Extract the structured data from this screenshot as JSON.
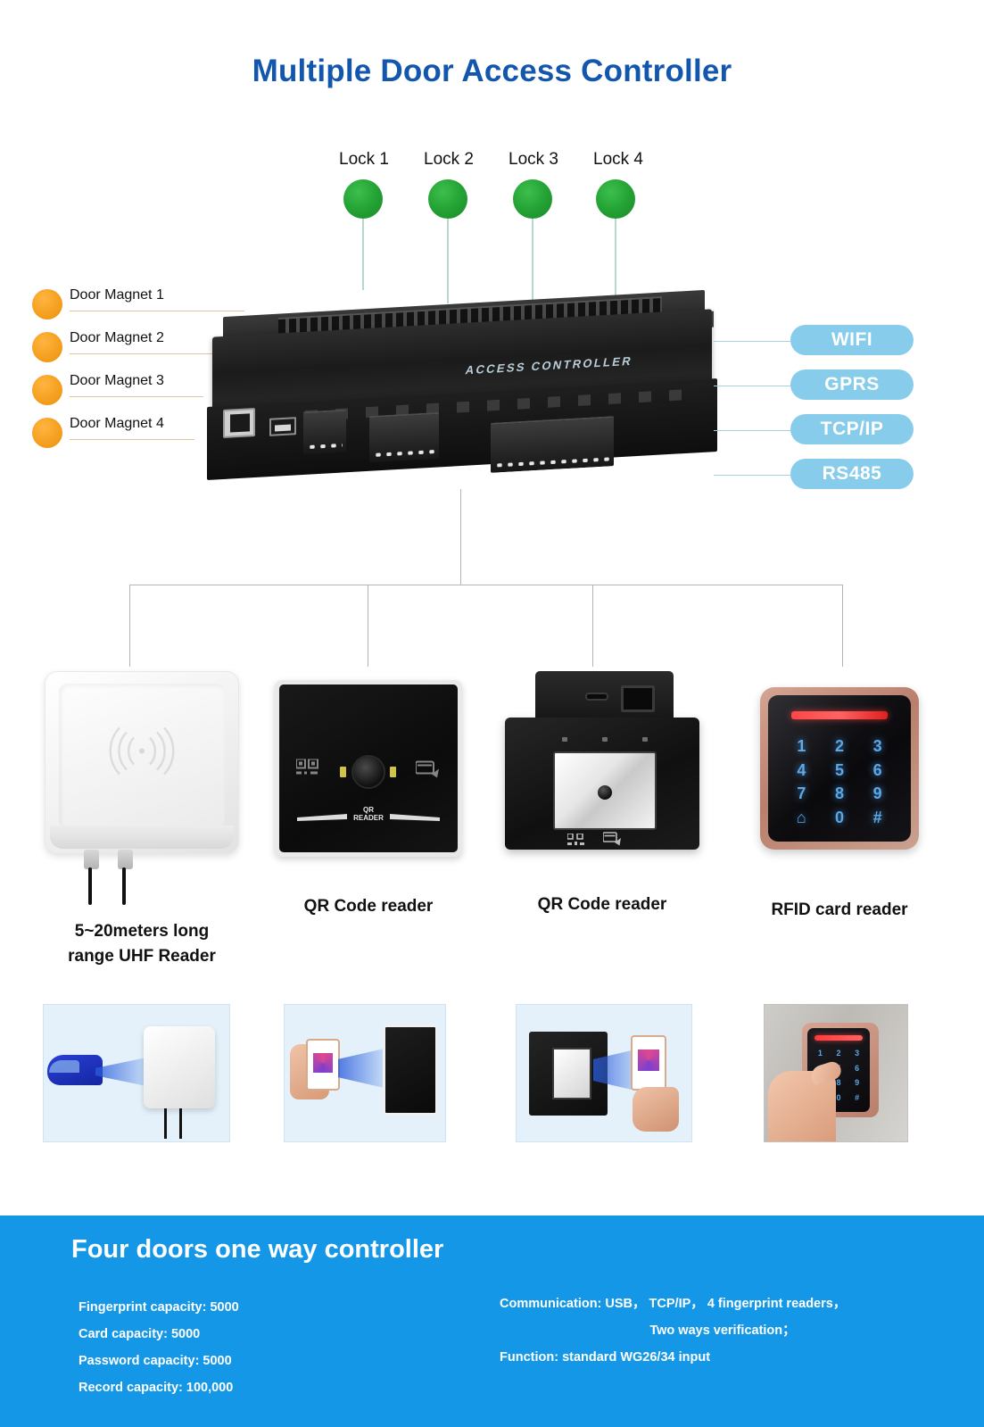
{
  "page": {
    "title": "Multiple Door Access Controller",
    "accent_blue": "#1257ad",
    "panel_blue": "#1597e8",
    "pill_blue": "#87cdeb",
    "lock_green": "#22a033",
    "magnet_orange": "#f5a020"
  },
  "locks": [
    {
      "label": "Lock 1"
    },
    {
      "label": "Lock 2"
    },
    {
      "label": "Lock 3"
    },
    {
      "label": "Lock 4"
    }
  ],
  "door_magnets": [
    {
      "label": "Door Magnet 1"
    },
    {
      "label": "Door Magnet 2"
    },
    {
      "label": "Door Magnet 3"
    },
    {
      "label": "Door Magnet 4"
    }
  ],
  "connectivity": [
    {
      "label": "WIFI"
    },
    {
      "label": "GPRS"
    },
    {
      "label": "TCP/IP"
    },
    {
      "label": "RS485"
    }
  ],
  "controller": {
    "brand_text": "ACCESS CONTROLLER"
  },
  "devices": [
    {
      "caption_line1": "5~20meters long",
      "caption_line2": "range UHF Reader"
    },
    {
      "caption_line1": "QR Code reader",
      "caption_line2": ""
    },
    {
      "caption_line1": "QR Code reader",
      "caption_line2": ""
    },
    {
      "caption_line1": "RFID card reader",
      "caption_line2": ""
    }
  ],
  "keypad": {
    "keys": [
      "1",
      "2",
      "3",
      "4",
      "5",
      "6",
      "7",
      "8",
      "9",
      "⌂",
      "0",
      "#"
    ]
  },
  "qr_reader_a": {
    "text_line1": "QR",
    "text_line2": "READER"
  },
  "bottom_panel": {
    "title": "Four doors one way controller",
    "left_specs": [
      "Fingerprint capacity: 5000",
      "Card capacity: 5000",
      "Password capacity: 5000",
      "Record capacity: 100,000"
    ],
    "right_specs": [
      "Communication: USB， TCP/IP， 4 fingerprint readers，",
      "Two ways verification；",
      "Function: standard WG26/34 input"
    ]
  }
}
